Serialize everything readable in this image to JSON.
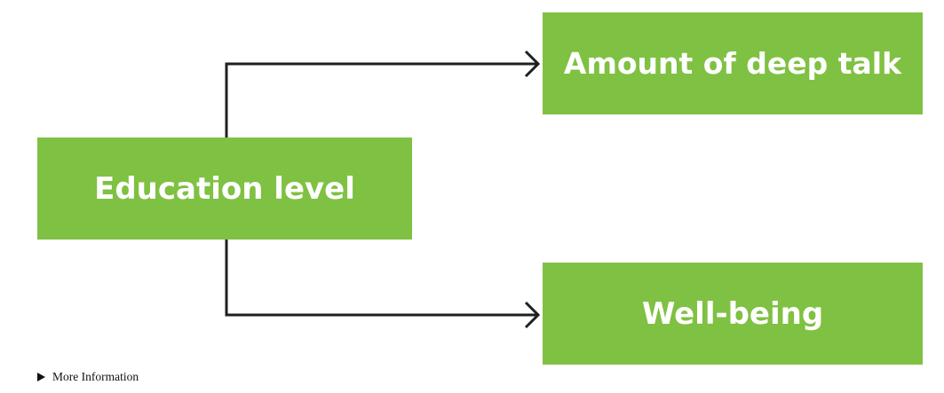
{
  "diagram": {
    "nodes": {
      "education": {
        "label": "Education level"
      },
      "deep_talk": {
        "label": "Amount of deep talk"
      },
      "well_being": {
        "label": "Well-being"
      }
    },
    "edges": [
      {
        "from": "Education level",
        "to": "Amount of deep talk"
      },
      {
        "from": "Education level",
        "to": "Well-being"
      }
    ],
    "box_color": "#7fc142",
    "text_color": "#ffffff",
    "line_color": "#1f1f1f"
  },
  "details": {
    "summary_label": "More Information",
    "icon": "triangle-right-icon"
  }
}
